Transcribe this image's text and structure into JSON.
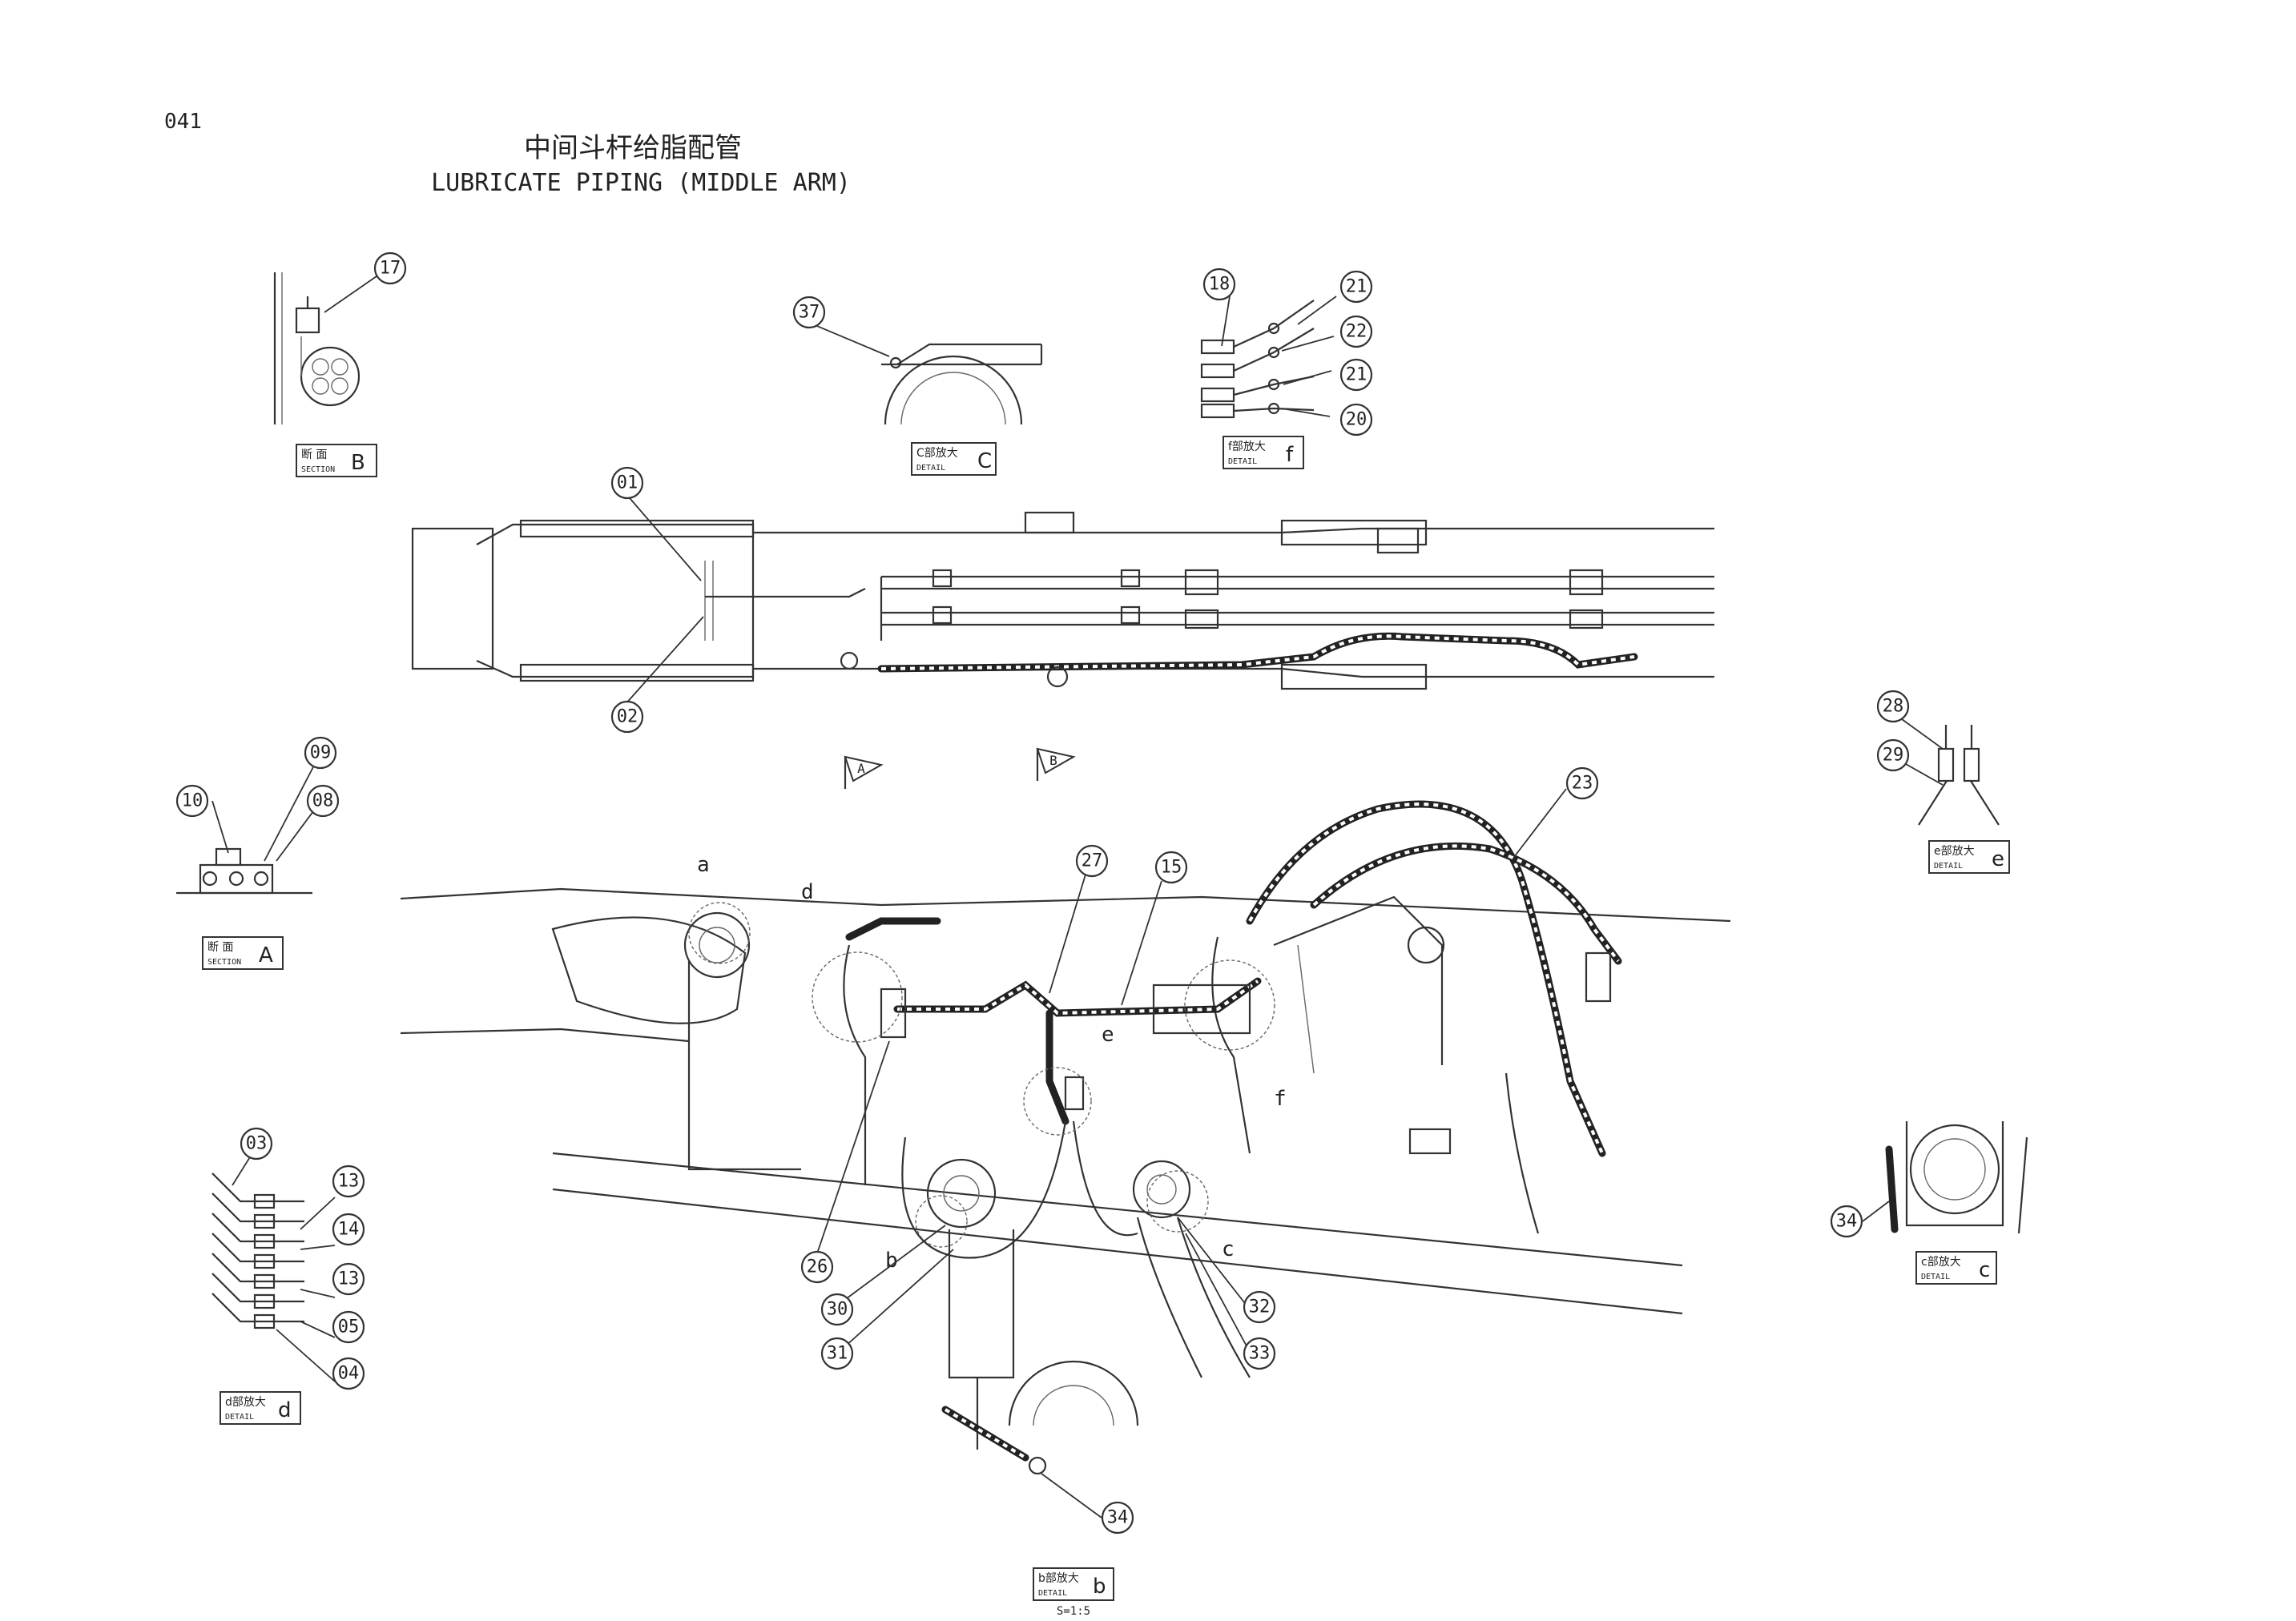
{
  "page_number": "041",
  "title_cn": "中间斗杆给脂配管",
  "title_en": "LUBRICATE PIPING (MIDDLE ARM)",
  "scale_note": "S=1:5",
  "view_arrows": [
    "A",
    "B"
  ],
  "detail_labels": {
    "a": "a",
    "b": "b",
    "c": "c",
    "d": "d",
    "e": "e",
    "f": "f"
  },
  "callouts": [
    {
      "id": "c17",
      "text": "17"
    },
    {
      "id": "c37",
      "text": "37"
    },
    {
      "id": "c18",
      "text": "18"
    },
    {
      "id": "c21a",
      "text": "21"
    },
    {
      "id": "c22",
      "text": "22"
    },
    {
      "id": "c21b",
      "text": "21"
    },
    {
      "id": "c20",
      "text": "20"
    },
    {
      "id": "c01",
      "text": "01"
    },
    {
      "id": "c02",
      "text": "02"
    },
    {
      "id": "c10",
      "text": "10"
    },
    {
      "id": "c09",
      "text": "09"
    },
    {
      "id": "c08",
      "text": "08"
    },
    {
      "id": "c23",
      "text": "23"
    },
    {
      "id": "c27",
      "text": "27"
    },
    {
      "id": "c15",
      "text": "15"
    },
    {
      "id": "c28",
      "text": "28"
    },
    {
      "id": "c29",
      "text": "29"
    },
    {
      "id": "c03",
      "text": "03"
    },
    {
      "id": "c13a",
      "text": "13"
    },
    {
      "id": "c14",
      "text": "14"
    },
    {
      "id": "c13b",
      "text": "13"
    },
    {
      "id": "c05",
      "text": "05"
    },
    {
      "id": "c04",
      "text": "04"
    },
    {
      "id": "c26",
      "text": "26"
    },
    {
      "id": "c30",
      "text": "30"
    },
    {
      "id": "c31",
      "text": "31"
    },
    {
      "id": "c32",
      "text": "32"
    },
    {
      "id": "c33",
      "text": "33"
    },
    {
      "id": "c34a",
      "text": "34"
    },
    {
      "id": "c34b",
      "text": "34"
    }
  ],
  "boxes": [
    {
      "id": "secB",
      "ja": "断  面",
      "en": "SECTION",
      "letter": "B"
    },
    {
      "id": "detC1",
      "ja": "C部放大",
      "en": "DETAIL",
      "letter": "C"
    },
    {
      "id": "detF",
      "ja": "f部放大",
      "en": "DETAIL",
      "letter": "f"
    },
    {
      "id": "secA",
      "ja": "断  面",
      "en": "SECTION",
      "letter": "A"
    },
    {
      "id": "detE",
      "ja": "e部放大",
      "en": "DETAIL",
      "letter": "e"
    },
    {
      "id": "detD",
      "ja": "d部放大",
      "en": "DETAIL",
      "letter": "d"
    },
    {
      "id": "detC2",
      "ja": "c部放大",
      "en": "DETAIL",
      "letter": "c"
    },
    {
      "id": "detB",
      "ja": "b部放大",
      "en": "DETAIL",
      "letter": "b"
    }
  ]
}
